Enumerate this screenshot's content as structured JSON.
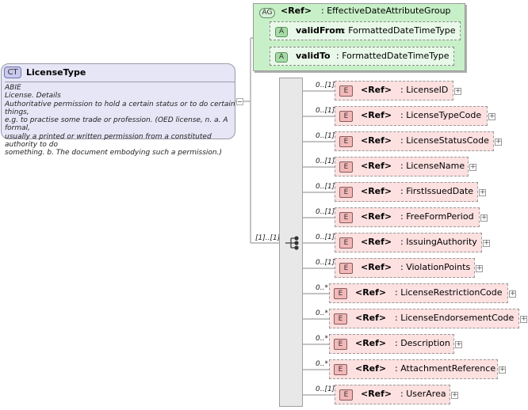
{
  "complex_type": {
    "badge": "CT",
    "name": "LicenseType",
    "doc_lines": [
      "ABIE",
      "License. Details",
      "Authoritative permission to hold a certain status or to do certain things,",
      "e.g. to practise some trade or profession. (OED license, n. a. A formal,",
      "usually a printed or written permission from a constituted authority to do",
      "something. b. The document embodying such a permission.)"
    ]
  },
  "attribute_group": {
    "badge": "AG",
    "ref_label": "<Ref>",
    "name": ": EffectiveDateAttributeGroup",
    "attributes": [
      {
        "badge": "A",
        "name": "validFrom",
        "type": ": FormattedDateTimeType"
      },
      {
        "badge": "A",
        "name": "validTo",
        "type": ": FormattedDateTimeType"
      }
    ]
  },
  "sequence": {
    "cardinality": "[1]..[1]",
    "elements": [
      {
        "card": "0..[1]",
        "badge": "E",
        "ref": "<Ref>",
        "name": ": LicenseID",
        "expand": "+"
      },
      {
        "card": "0..[1]",
        "badge": "E",
        "ref": "<Ref>",
        "name": ": LicenseTypeCode",
        "expand": "+"
      },
      {
        "card": "0..[1]",
        "badge": "E",
        "ref": "<Ref>",
        "name": ": LicenseStatusCode",
        "expand": "+"
      },
      {
        "card": "0..[1]",
        "badge": "E",
        "ref": "<Ref>",
        "name": ": LicenseName",
        "expand": "+"
      },
      {
        "card": "0..[1]",
        "badge": "E",
        "ref": "<Ref>",
        "name": ": FirstIssuedDate",
        "expand": "+"
      },
      {
        "card": "0..[1]",
        "badge": "E",
        "ref": "<Ref>",
        "name": ": FreeFormPeriod",
        "expand": "+"
      },
      {
        "card": "0..[1]",
        "badge": "E",
        "ref": "<Ref>",
        "name": ": IssuingAuthority",
        "expand": "+"
      },
      {
        "card": "0..[1]",
        "badge": "E",
        "ref": "<Ref>",
        "name": ": ViolationPoints",
        "expand": "+"
      },
      {
        "card": "0..*",
        "badge": "E",
        "ref": "<Ref>",
        "name": ": LicenseRestrictionCode",
        "expand": "+"
      },
      {
        "card": "0..*",
        "badge": "E",
        "ref": "<Ref>",
        "name": ": LicenseEndorsementCode",
        "expand": "+"
      },
      {
        "card": "0..*",
        "badge": "E",
        "ref": "<Ref>",
        "name": ": Description",
        "expand": "+"
      },
      {
        "card": "0..*",
        "badge": "E",
        "ref": "<Ref>",
        "name": ": AttachmentReference",
        "expand": "+"
      },
      {
        "card": "0..[1]",
        "badge": "E",
        "ref": "<Ref>",
        "name": ": UserArea",
        "expand": "+"
      }
    ]
  },
  "colors": {
    "complex_type_fill": "#e6e6f7",
    "attribute_group_fill": "#c8f0c8",
    "element_fill": "#fde0e0"
  }
}
